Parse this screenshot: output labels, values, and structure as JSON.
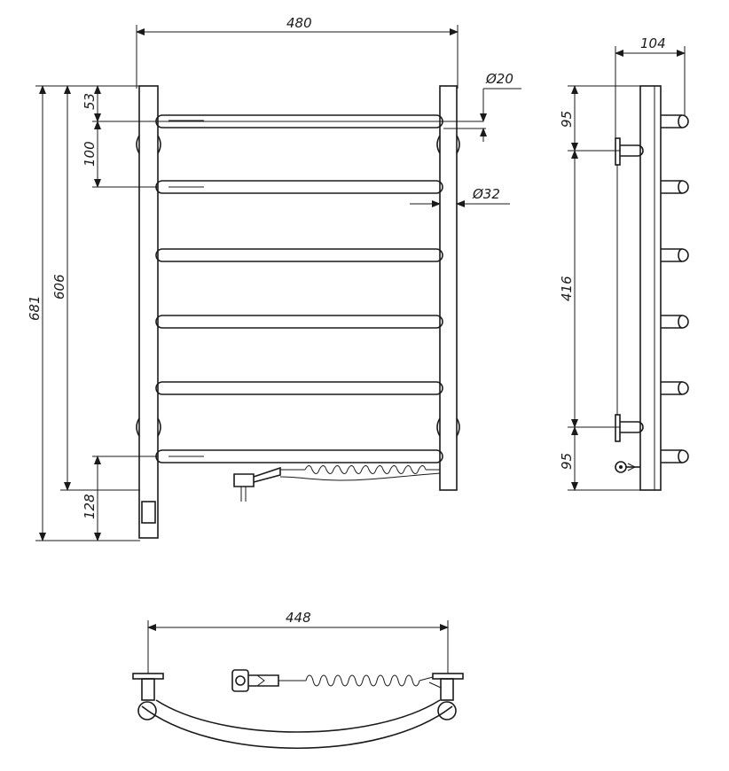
{
  "drawing": {
    "front_view": {
      "width_label": "480",
      "total_height_label": "681",
      "center_height_label": "606",
      "top_offset_label": "53",
      "bar_pitch_label": "100",
      "bottom_offset_label": "128",
      "bar_diameter_small_label": "Ø20",
      "bar_diameter_large_label": "Ø32"
    },
    "side_view": {
      "depth_label": "104",
      "top_mount_offset_label": "95",
      "mount_spacing_label": "416",
      "bottom_mount_offset_label": "95"
    },
    "top_view": {
      "width_label": "448"
    }
  }
}
